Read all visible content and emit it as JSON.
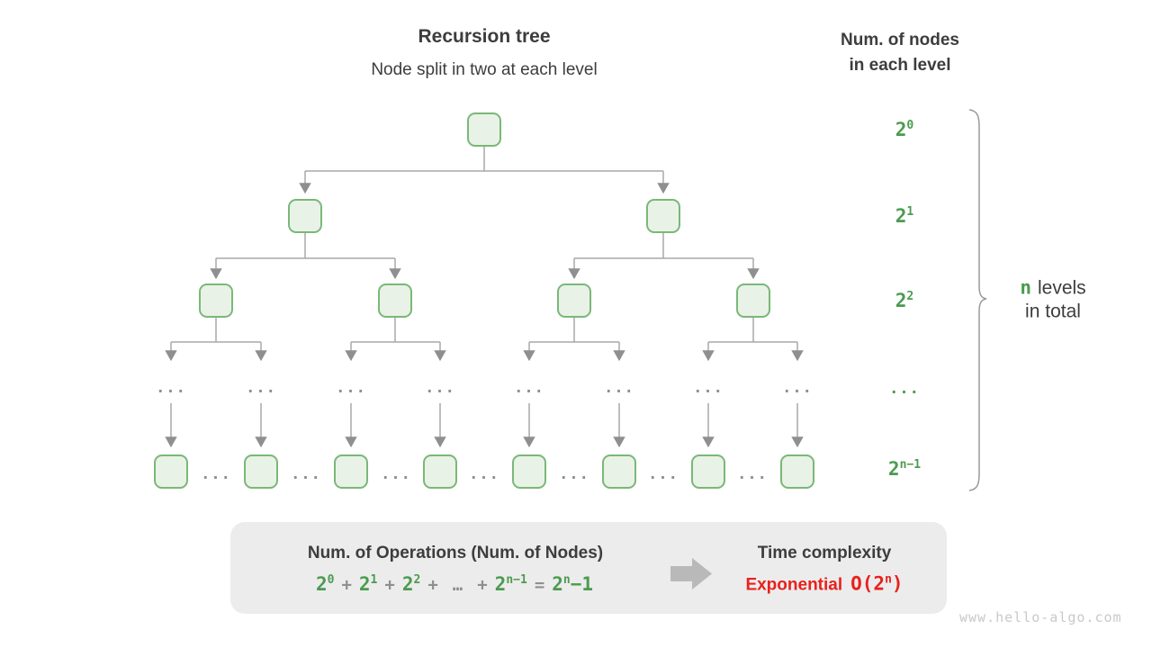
{
  "header": {
    "title": "Recursion tree",
    "subtitle": "Node split in two at each level",
    "right_title_line1": "Num. of nodes",
    "right_title_line2": "in each level"
  },
  "tree": {
    "ellipsis": "...",
    "levels": [
      {
        "name": "level-0",
        "node_count": 1
      },
      {
        "name": "level-1",
        "node_count": 2
      },
      {
        "name": "level-2",
        "node_count": 4
      },
      {
        "name": "level-ellipsis",
        "node_count": 0
      },
      {
        "name": "level-n-1",
        "node_count": 8
      }
    ]
  },
  "level_labels": [
    {
      "base": "2",
      "sup": "0"
    },
    {
      "base": "2",
      "sup": "1"
    },
    {
      "base": "2",
      "sup": "2"
    },
    {
      "text": "..."
    },
    {
      "base": "2",
      "sup": "n−1"
    }
  ],
  "brace_label": {
    "highlight": "n",
    "line1_rest": "levels",
    "line2": "in total"
  },
  "formula_box": {
    "title": "Num. of Operations (Num. of Nodes)",
    "tokens": [
      {
        "t": "2",
        "s": "0",
        "green": true
      },
      {
        "t": "+"
      },
      {
        "t": "2",
        "s": "1",
        "green": true
      },
      {
        "t": "+"
      },
      {
        "t": "2",
        "s": "2",
        "green": true
      },
      {
        "t": "+"
      },
      {
        "t": "…"
      },
      {
        "t": "+"
      },
      {
        "t": "2",
        "s": "n−1",
        "green": true
      },
      {
        "t": "="
      },
      {
        "t": "2",
        "s": "n",
        "green": true,
        "tail": "−1"
      }
    ],
    "time_title": "Time complexity",
    "complexity_word": "Exponential",
    "complexity_o_open": "O(2",
    "complexity_o_sup": "n",
    "complexity_o_close": ")"
  },
  "watermark": "www.hello-algo.com",
  "colors": {
    "green": "#4b9b50",
    "node_border": "#7ab878",
    "node_fill": "#e9f2e7",
    "line_gray": "#a8a8a8",
    "arrow_gray": "#8f8f8f",
    "dots_gray": "#8f8f8f",
    "box_bg": "#ececec",
    "big_arrow_gray": "#b9b9b9",
    "red": "#e8211d",
    "text_dark": "#3d3d3d",
    "watermark_gray": "#c9c9c9"
  }
}
